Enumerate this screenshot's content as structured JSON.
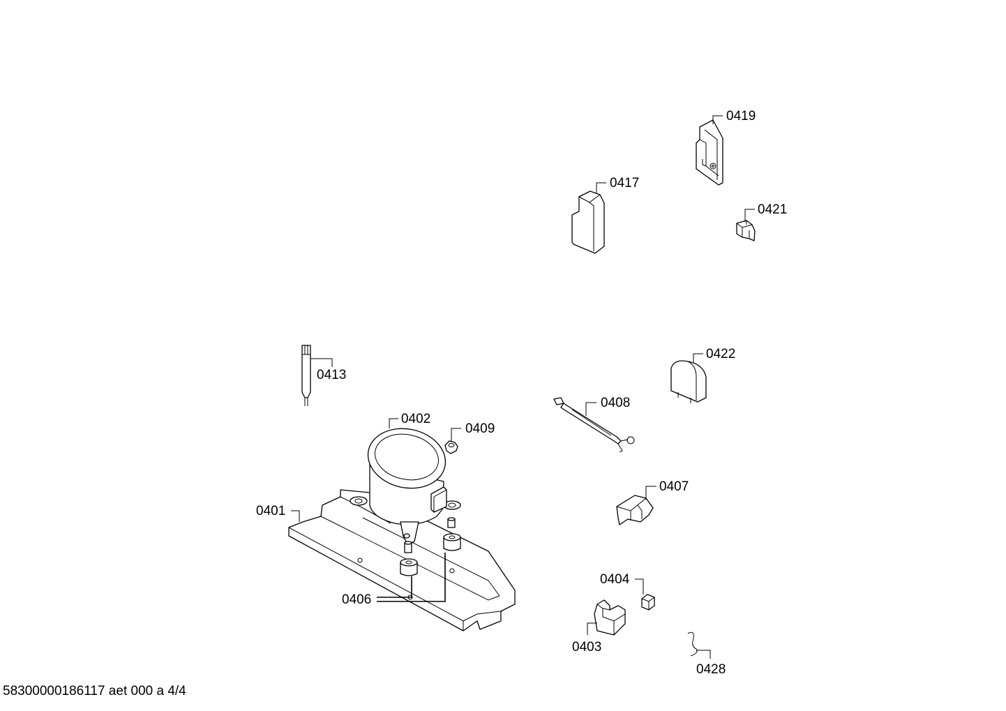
{
  "footer": "58300000186117 aet 000 a 4/4",
  "parts": {
    "p0401": "0401",
    "p0402": "0402",
    "p0403": "0403",
    "p0404": "0404",
    "p0406": "0406",
    "p0407": "0407",
    "p0408": "0408",
    "p0409": "0409",
    "p0413": "0413",
    "p0417": "0417",
    "p0419": "0419",
    "p0421": "0421",
    "p0422": "0422",
    "p0428": "0428"
  }
}
